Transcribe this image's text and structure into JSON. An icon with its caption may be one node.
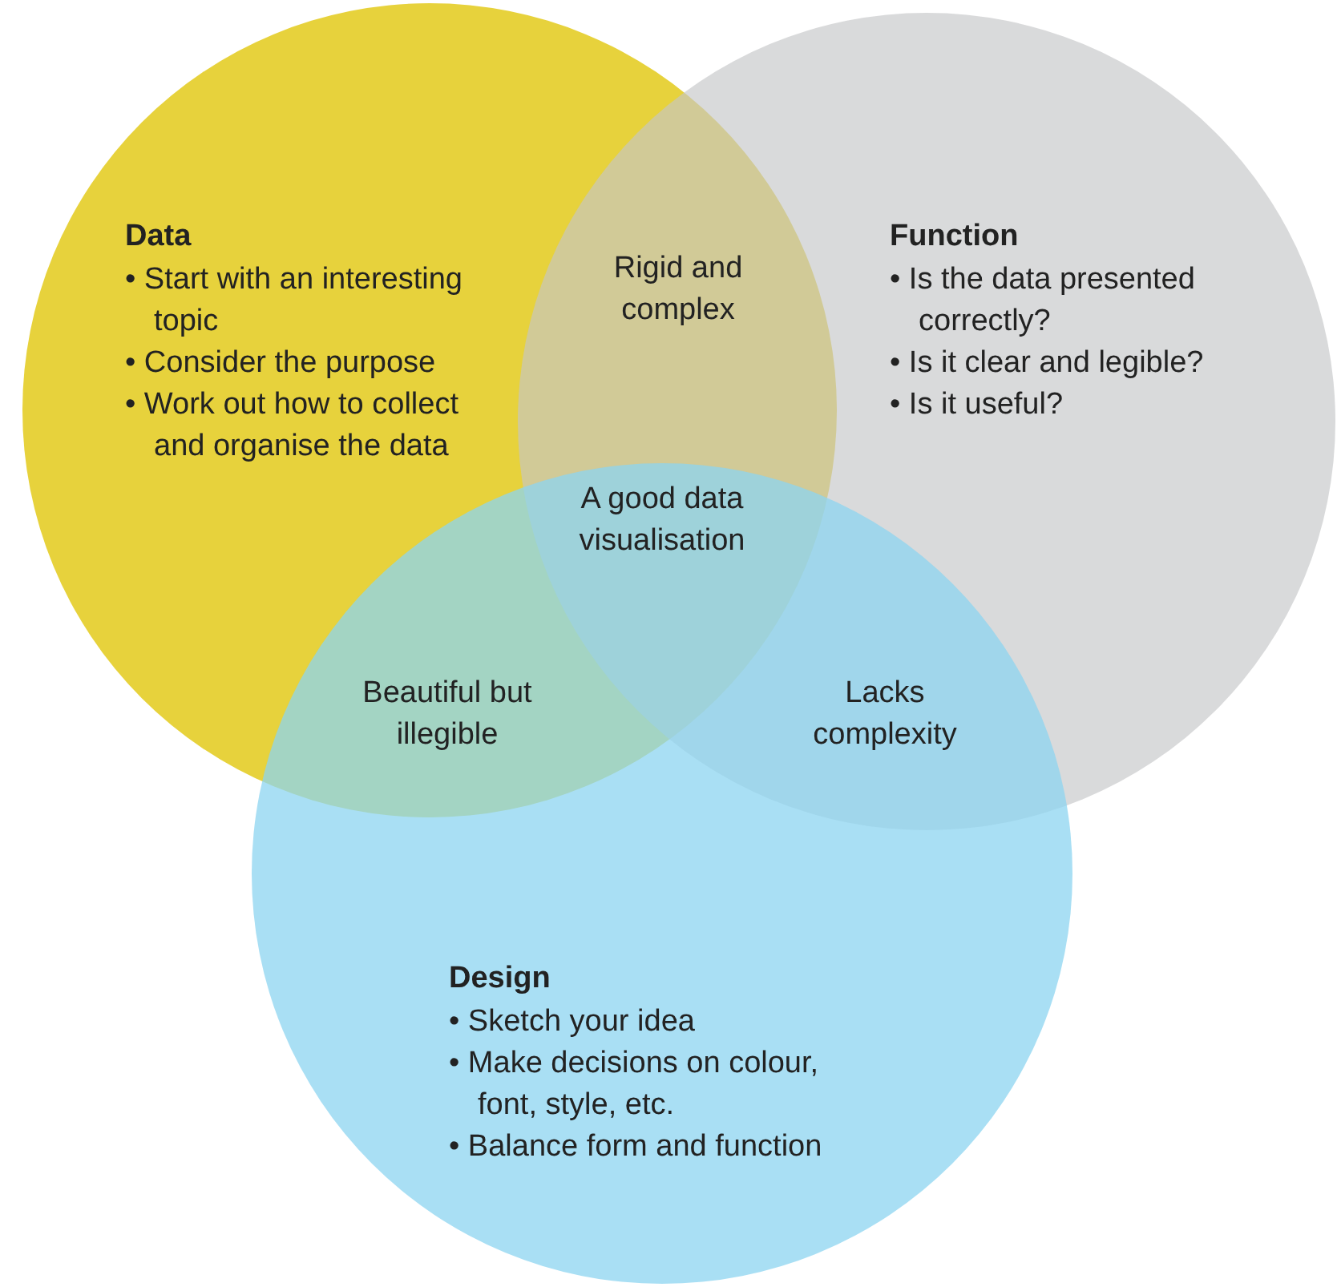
{
  "diagram": {
    "nodes": [
      {
        "text": [
          "Data",
          "• Start with an interesting topic",
          "• Consider the purpose",
          "• Work out how to collect and organise the data"
        ]
      },
      {
        "text": [
          "Function",
          "• Is the data presented correctly?",
          "• Is it clear and legible?",
          "• Is it useful?"
        ]
      },
      {
        "text": [
          "Design",
          "• Sketch your idea",
          "• Make decisions on colour, font, style, etc.",
          "• Balance form and function"
        ]
      }
    ],
    "labels": [
      "Rigid and complex",
      "A good data visualisation",
      "Beautiful but illegible",
      "Lacks complexity"
    ]
  }
}
